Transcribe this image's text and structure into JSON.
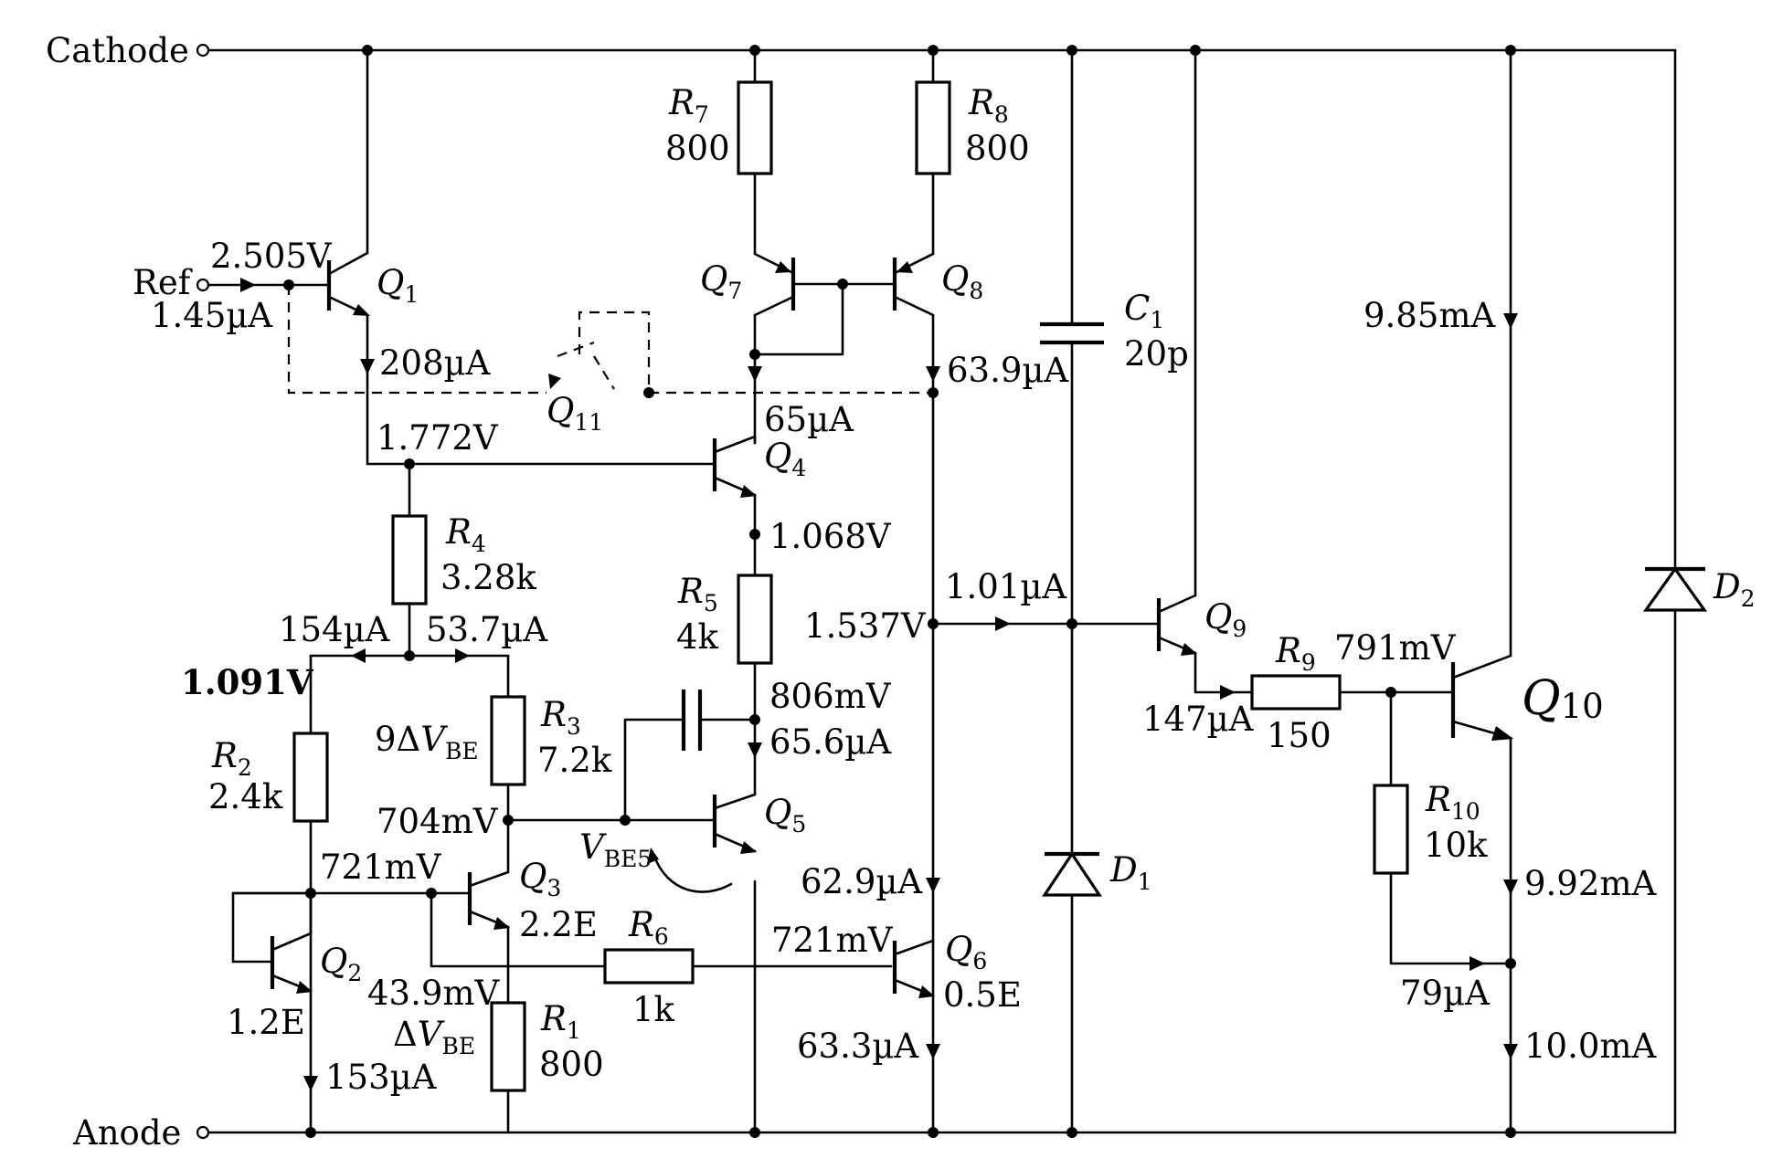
{
  "terminals": {
    "cathode": "Cathode",
    "ref": "Ref",
    "anode": "Anode"
  },
  "transistors": {
    "q1": {
      "sym": "Q",
      "sub": "1"
    },
    "q2": {
      "sym": "Q",
      "sub": "2",
      "size": "1.2E"
    },
    "q3": {
      "sym": "Q",
      "sub": "3",
      "size": "2.2E"
    },
    "q4": {
      "sym": "Q",
      "sub": "4"
    },
    "q5": {
      "sym": "Q",
      "sub": "5"
    },
    "q6": {
      "sym": "Q",
      "sub": "6",
      "size": "0.5E"
    },
    "q7": {
      "sym": "Q",
      "sub": "7"
    },
    "q8": {
      "sym": "Q",
      "sub": "8"
    },
    "q9": {
      "sym": "Q",
      "sub": "9"
    },
    "q10": {
      "sym": "Q",
      "sub": "10"
    },
    "q11": {
      "sym": "Q",
      "sub": "11"
    }
  },
  "resistors": {
    "r1": {
      "sym": "R",
      "sub": "1",
      "value": "800"
    },
    "r2": {
      "sym": "R",
      "sub": "2",
      "value": "2.4k"
    },
    "r3": {
      "sym": "R",
      "sub": "3",
      "value": "7.2k"
    },
    "r4": {
      "sym": "R",
      "sub": "4",
      "value": "3.28k"
    },
    "r5": {
      "sym": "R",
      "sub": "5",
      "value": "4k"
    },
    "r6": {
      "sym": "R",
      "sub": "6",
      "value": "1k"
    },
    "r7": {
      "sym": "R",
      "sub": "7",
      "value": "800"
    },
    "r8": {
      "sym": "R",
      "sub": "8",
      "value": "800"
    },
    "r9": {
      "sym": "R",
      "sub": "9",
      "value": "150"
    },
    "r10": {
      "sym": "R",
      "sub": "10",
      "value": "10k"
    }
  },
  "capacitors": {
    "c1": {
      "sym": "C",
      "sub": "1",
      "value": "20p"
    }
  },
  "diodes": {
    "d1": {
      "sym": "D",
      "sub": "1"
    },
    "d2": {
      "sym": "D",
      "sub": "2"
    }
  },
  "annotations": {
    "v_ref": "2.505V",
    "i_ref": "1.45µA",
    "i_q1": "208µA",
    "v_q4_base": "1.772V",
    "i_q4": "65µA",
    "v_q4_emitter": "1.068V",
    "i_q8": "63.9µA",
    "v_node_1537": "1.537V",
    "i_q9_base": "1.01µA",
    "i_r2_branch": "154µA",
    "i_r3_branch": "53.7µA",
    "v_r2_top": "1.091V",
    "v_r3_drop_k": "9Δ",
    "v_r3_drop_sym": "V",
    "v_r3_drop_sub": "BE",
    "v_q5_base": "704mV",
    "v_q5_collector": "806mV",
    "i_q5": "65.6µA",
    "vbe5_sym": "V",
    "vbe5_sub": "BE5",
    "v_q3_base": "721mV",
    "v_q6_base": "721mV",
    "i_q6_in": "62.9µA",
    "i_q6_out": "63.3µA",
    "v_r1_top": "43.9mV",
    "dvbe_k": "Δ",
    "dvbe_sym": "V",
    "dvbe_sub": "BE",
    "i_q2": "153µA",
    "i_q9": "147µA",
    "v_q10_base": "791mV",
    "i_q10_collector": "9.85mA",
    "i_q10_emitter": "9.92mA",
    "i_r10": "79µA",
    "i_anode": "10.0mA"
  }
}
